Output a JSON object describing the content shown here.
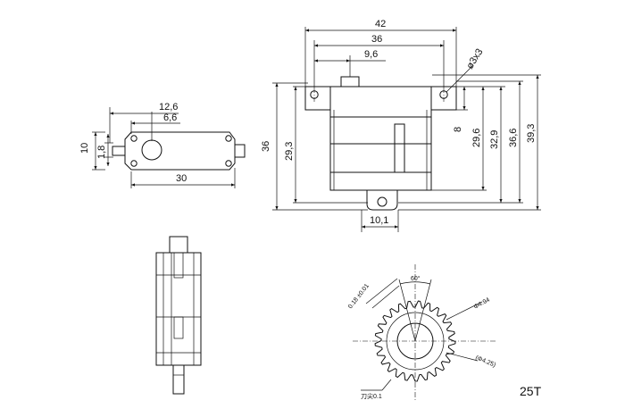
{
  "top_view": {
    "dims": {
      "width_42": "42",
      "width_36": "36",
      "width_9_6": "9,6",
      "hole_label": "ø3x3",
      "height_36": "36",
      "height_29_3": "29,3",
      "height_8": "8",
      "height_29_6": "29,6",
      "height_32_9": "32,9",
      "height_36_6": "36,6",
      "height_39_3": "39,3",
      "bottom_10_1": "10,1"
    }
  },
  "side_view": {
    "dims": {
      "width_12_6": "12,6",
      "width_6_6": "6,6",
      "height_10": "10",
      "height_1_8": "1,8",
      "length_30": "30"
    }
  },
  "gear_detail": {
    "labels": {
      "tolerance": "0.18 ±0.01",
      "angle": "60°",
      "diameter_outer": "Φ4.94",
      "diameter_inner": "(Φ4.25)",
      "tooth_tip": "刀尖0.1"
    },
    "spline_count": "25T"
  }
}
